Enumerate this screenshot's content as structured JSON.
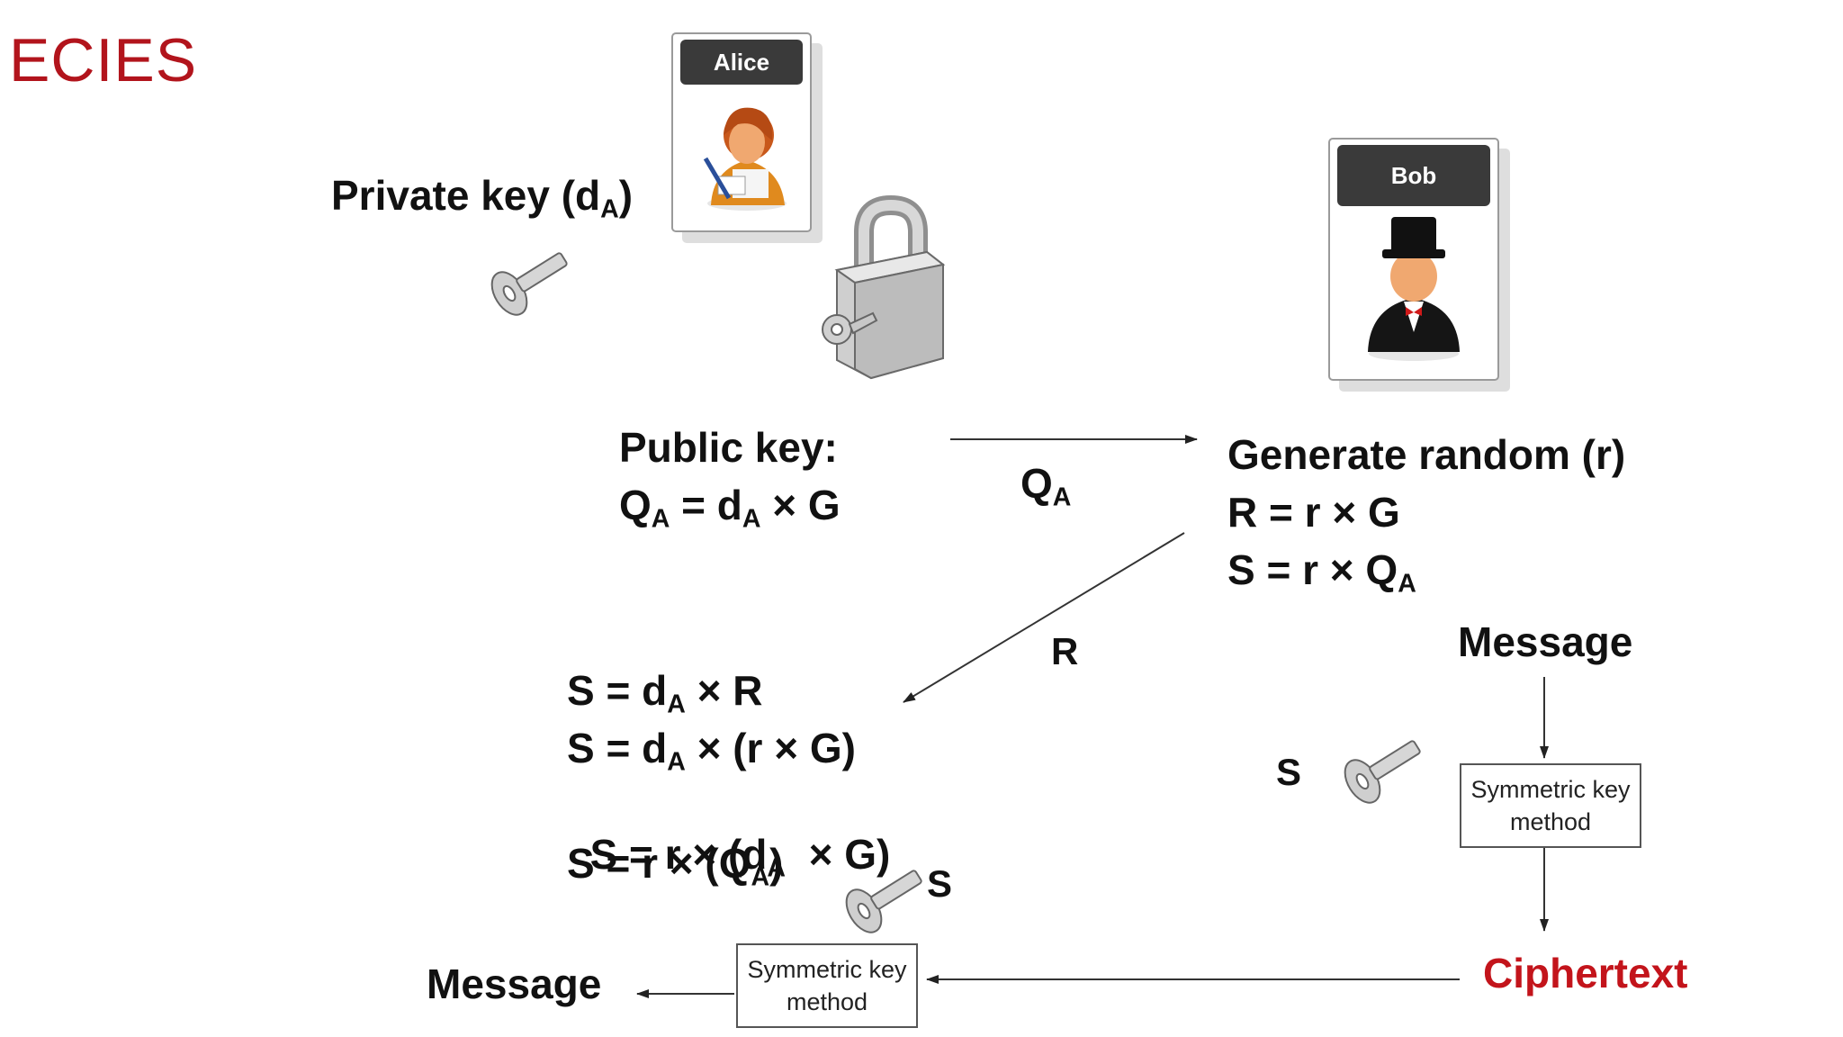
{
  "title": "ECIES",
  "alice": {
    "label": "Alice"
  },
  "bob": {
    "label": "Bob"
  },
  "private_key": {
    "text": "Private key (d",
    "sub": "A",
    "tail": ")"
  },
  "public_key": {
    "line1": "Public key:",
    "line2": {
      "a": "Q",
      "a_sub": "A",
      "b": " = d",
      "b_sub": "A",
      "c": " × G"
    }
  },
  "arrow_qa": {
    "a": "Q",
    "a_sub": "A"
  },
  "bob_calc": {
    "line1": "Generate random (r)",
    "line2": "R = r × G",
    "line3": {
      "a": "S = r × Q",
      "a_sub": "A"
    }
  },
  "arrow_r": "R",
  "alice_calc": {
    "line1": {
      "a": "S = d",
      "a_sub": "A",
      "b": " × R"
    },
    "line2": {
      "a": "S = d",
      "a_sub": "A",
      "b": " × (r × G)"
    },
    "line3": {
      "a": "S = r × (d",
      "a_sub": "A",
      "b": "  × G)"
    },
    "line4": {
      "a": "S = r × (Q",
      "a_sub": "A",
      "b": ")"
    }
  },
  "message_right": "Message",
  "s_right": "S",
  "sym_box_right": {
    "line1": "Symmetric key",
    "line2": "method"
  },
  "ciphertext": "Ciphertext",
  "s_left": "S",
  "sym_box_left": {
    "line1": "Symmetric key",
    "line2": "method"
  },
  "message_left": "Message",
  "colors": {
    "title": "#b2141c",
    "ciphertext": "#c3141b",
    "card_header": "#3a3a3a"
  }
}
